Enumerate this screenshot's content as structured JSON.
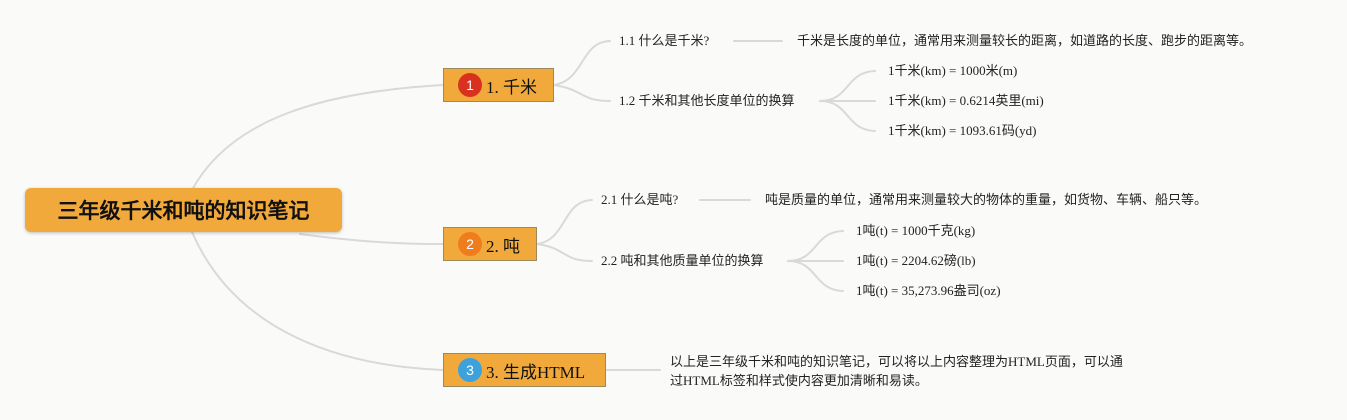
{
  "root": {
    "title": "三年级千米和吨的知识笔记"
  },
  "branches": [
    {
      "badge": "1",
      "label": "1. 千米",
      "topics": [
        {
          "label": "1.1 什么是千米?",
          "details": [
            "千米是长度的单位，通常用来测量较长的距离，如道路的长度、跑步的距离等。"
          ]
        },
        {
          "label": "1.2 千米和其他长度单位的换算",
          "details": [
            "1千米(km) = 1000米(m)",
            "1千米(km) = 0.6214英里(mi)",
            "1千米(km) = 1093.61码(yd)"
          ]
        }
      ]
    },
    {
      "badge": "2",
      "label": "2. 吨",
      "topics": [
        {
          "label": "2.1 什么是吨?",
          "details": [
            "吨是质量的单位，通常用来测量较大的物体的重量，如货物、车辆、船只等。"
          ]
        },
        {
          "label": "2.2 吨和其他质量单位的换算",
          "details": [
            "1吨(t) = 1000千克(kg)",
            "1吨(t) = 2204.62磅(lb)",
            "1吨(t) = 35,273.96盎司(oz)"
          ]
        }
      ]
    },
    {
      "badge": "3",
      "label": "3. 生成HTML",
      "note": {
        "line1": "以上是三年级千米和吨的知识笔记，可以将以上内容整理为HTML页面，可以通",
        "line2": "过HTML标签和样式使内容更加清晰和易读。"
      }
    }
  ],
  "colors": {
    "node_fill": "#f2a93b",
    "connector": "#d9d9d9",
    "badge_1": "#d9311f",
    "badge_2": "#ef7d1e",
    "badge_3": "#3ba2dc"
  }
}
